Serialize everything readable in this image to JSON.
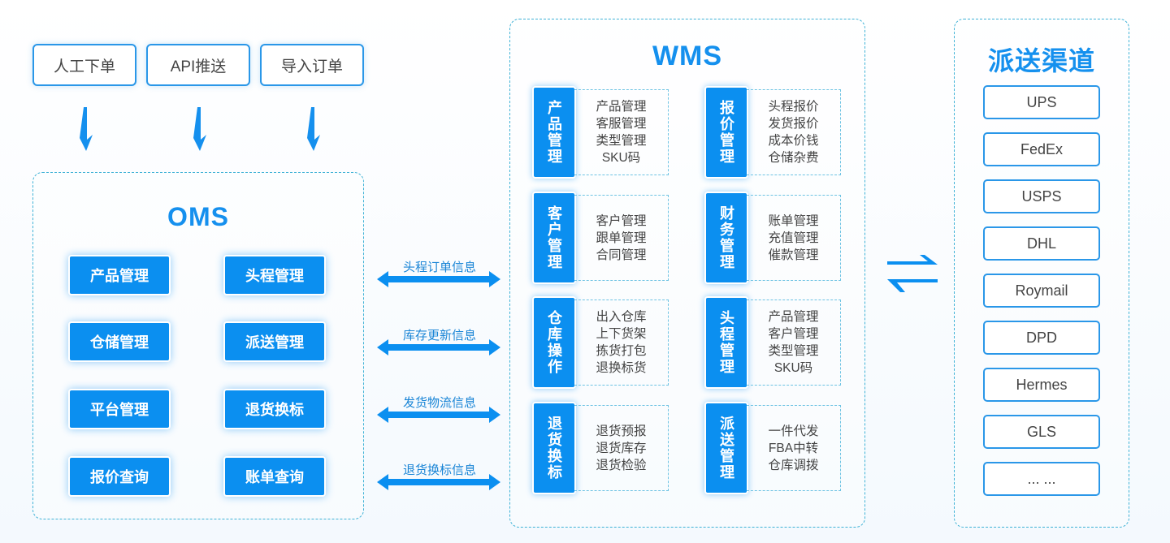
{
  "inputs": [
    "人工下单",
    "API推送",
    "导入订单"
  ],
  "oms": {
    "title": "OMS",
    "modules": [
      "产品管理",
      "头程管理",
      "仓储管理",
      "派送管理",
      "平台管理",
      "退货换标",
      "报价查询",
      "账单查询"
    ]
  },
  "connectors": [
    "头程订单信息",
    "库存更新信息",
    "发货物流信息",
    "退货换标信息"
  ],
  "wms": {
    "title": "WMS",
    "modules": [
      {
        "name": "产品管理",
        "items": [
          "产品管理",
          "客服管理",
          "类型管理",
          "SKU码"
        ]
      },
      {
        "name": "报价管理",
        "items": [
          "头程报价",
          "发货报价",
          "成本价钱",
          "仓储杂费"
        ]
      },
      {
        "name": "客户管理",
        "items": [
          "客户管理",
          "跟单管理",
          "合同管理"
        ]
      },
      {
        "name": "财务管理",
        "items": [
          "账单管理",
          "充值管理",
          "催款管理"
        ]
      },
      {
        "name": "仓库操作",
        "items": [
          "出入仓库",
          "上下货架",
          "拣货打包",
          "退换标货"
        ]
      },
      {
        "name": "头程管理",
        "items": [
          "产品管理",
          "客户管理",
          "类型管理",
          "SKU码"
        ]
      },
      {
        "name": "退货换标",
        "items": [
          "退货预报",
          "退货库存",
          "退货检验"
        ]
      },
      {
        "name": "派送管理",
        "items": [
          "一件代发",
          "FBA中转",
          "仓库调拨"
        ]
      }
    ]
  },
  "delivery": {
    "title": "派送渠道",
    "channels": [
      "UPS",
      "FedEx",
      "USPS",
      "DHL",
      "Roymail",
      "DPD",
      "Hermes",
      "GLS",
      "... ..."
    ]
  },
  "colors": {
    "primary": "#0b8ff0",
    "border": "#2a97e8",
    "dashed": "#3fb2d6",
    "title": "#1590ee"
  }
}
